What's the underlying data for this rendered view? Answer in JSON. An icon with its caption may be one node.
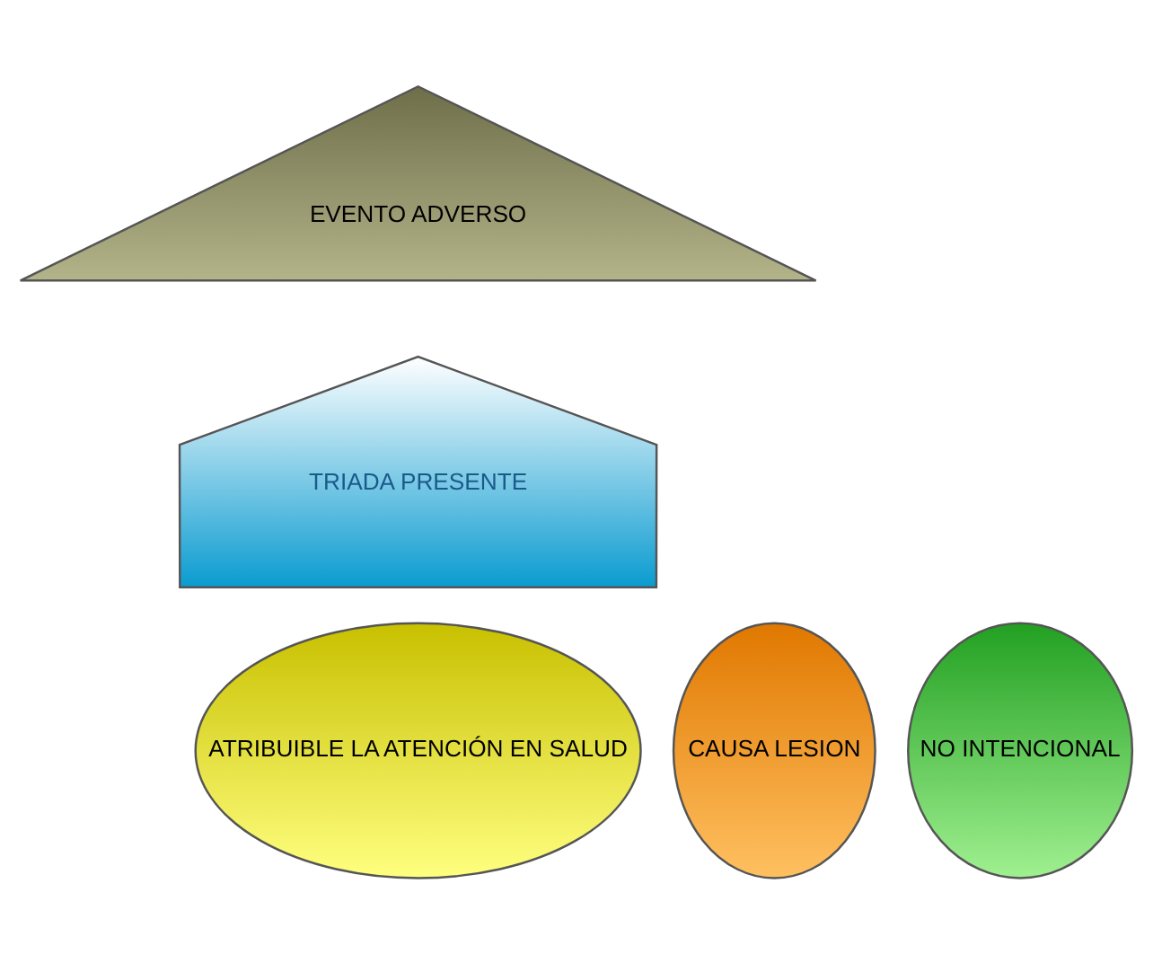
{
  "diagram": {
    "nodes": [
      {
        "text": [
          "EVENTO ADVERSO"
        ]
      },
      {
        "text": [
          "TRIADA PRESENTE"
        ]
      },
      {
        "text": [
          "CAUSA LESION"
        ]
      },
      {
        "text": [
          "ATRIBUIBLE LA ATENCIÓN EN SALUD"
        ]
      },
      {
        "text": [
          "NO INTENCIONAL"
        ]
      }
    ]
  }
}
